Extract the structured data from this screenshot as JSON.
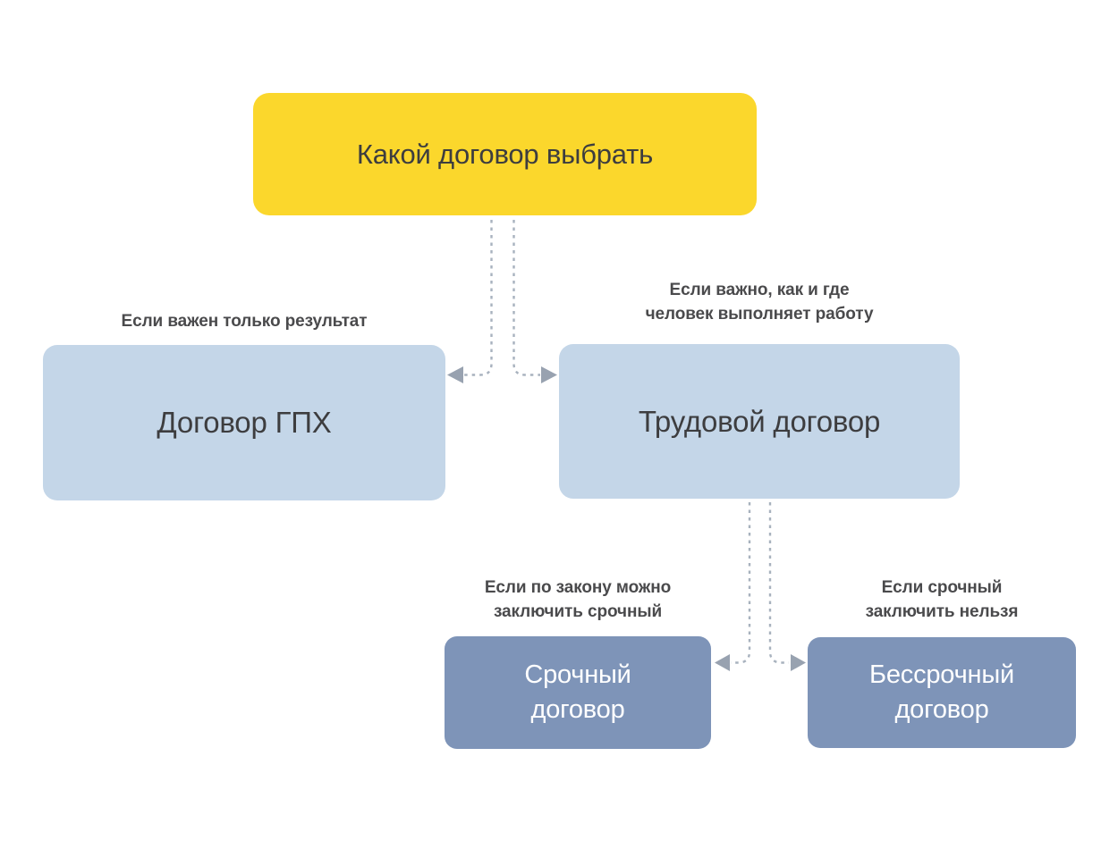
{
  "diagram": {
    "title": "Какой договор выбрать",
    "type": "decision-flowchart",
    "nodes": {
      "root": {
        "label": "Какой договор выбрать"
      },
      "gph": {
        "condition": "Если важен только результат",
        "label": "Договор ГПХ"
      },
      "employment": {
        "condition": "Если важно, как и где\nчеловек выполняет работу",
        "label": "Трудовой договор"
      },
      "fixed_term": {
        "condition": "Если по закону можно\nзаключить срочный",
        "label": "Срочный\nдоговор"
      },
      "open_ended": {
        "condition": "Если срочный\nзаключить нельзя",
        "label": "Бессрочный\nдоговор"
      }
    },
    "edges": [
      {
        "from": "root",
        "to": "gph",
        "style": "dashed-arrow"
      },
      {
        "from": "root",
        "to": "employment",
        "style": "dashed-arrow"
      },
      {
        "from": "employment",
        "to": "fixed_term",
        "style": "dashed-arrow"
      },
      {
        "from": "employment",
        "to": "open_ended",
        "style": "dashed-arrow"
      }
    ],
    "colors": {
      "background": "#ffffff",
      "root_fill": "#fbd72c",
      "branch_fill": "#c4d6e8",
      "leaf_fill": "#7e94b8",
      "dark_text": "#3d3d3f",
      "label_text": "#4a4a4c",
      "leaf_text": "#ffffff",
      "connector": "#a8b2be",
      "arrow": "#98a2b0"
    }
  }
}
